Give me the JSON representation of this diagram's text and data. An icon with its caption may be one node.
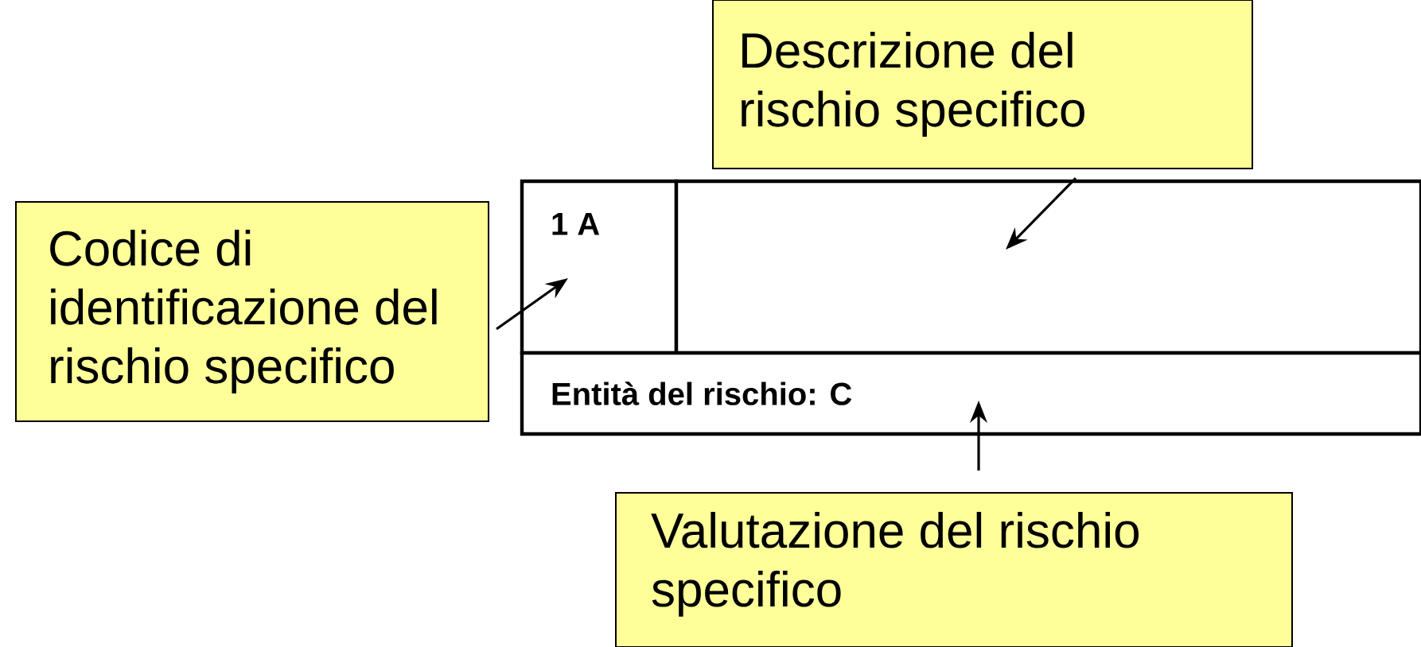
{
  "diagram": {
    "nodes": [
      {
        "text": [
          "Descrizione del rischio specifico"
        ]
      },
      {
        "text": [
          "Codice di identificazione del rischio specifico"
        ]
      },
      {
        "text": [
          "1 A"
        ]
      },
      {
        "text": [],
        "shape": "box"
      },
      {
        "text": [
          "Entità del rischio: C"
        ]
      },
      {
        "text": [
          "Valutazione del rischio specifico"
        ]
      }
    ],
    "edges": [
      {
        "from": 0,
        "to": 3,
        "arrow": "to"
      },
      {
        "from": 1,
        "to": 2,
        "arrow": "to"
      },
      {
        "from": 5,
        "to": 4,
        "arrow": "to"
      }
    ]
  }
}
